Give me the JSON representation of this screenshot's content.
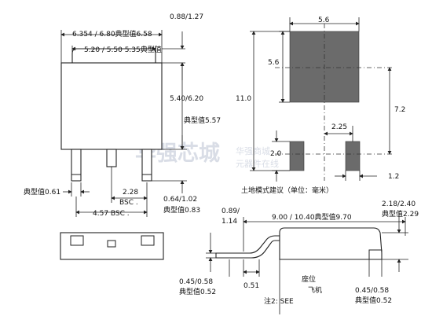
{
  "watermark": {
    "line1": "华强芯城",
    "line2a": "华强商城",
    "line2b": "元器件在线"
  },
  "front_view": {
    "width_label": "6.354 / 6.80典型值6.58",
    "tab_label": "5.20 / 5.50 5.35典型值",
    "top_thickness": "0.88/1.27",
    "body_height": "5.40/6.20",
    "lead_length": "典型值5.57",
    "lead_width": "典型值0.61",
    "pitch": "2.28",
    "pitch_bsc": "BSC .",
    "span": "4.57 BSC .",
    "foot_label": "0.64/1.02",
    "foot_typ": "典型值0.83"
  },
  "footprint": {
    "pad_width": "5.6",
    "pad_height": "5.6",
    "total_height": "11.0",
    "center_dist": "7.2",
    "small_pitch": "2.25",
    "small_pad_h": "2.0",
    "small_pad_w": "1.2",
    "caption": "土地模式建议（单位：毫米）"
  },
  "side_view": {
    "lead_thk_1": "0.89/",
    "lead_thk_2": "1.14",
    "length_label": "9.00 / 10.40典型值9.70",
    "right_top_1": "2.18/2.40",
    "right_top_2": "典型值2.29",
    "left_bot_1": "0.45/0.58",
    "left_bot_2": "典型值0.52",
    "standoff": "0.51",
    "seat_1": "座位",
    "seat_2": "飞机",
    "note": "注2:  SEE",
    "right_bot_1": "0.45/0.58",
    "right_bot_2": "典型值0.52"
  }
}
